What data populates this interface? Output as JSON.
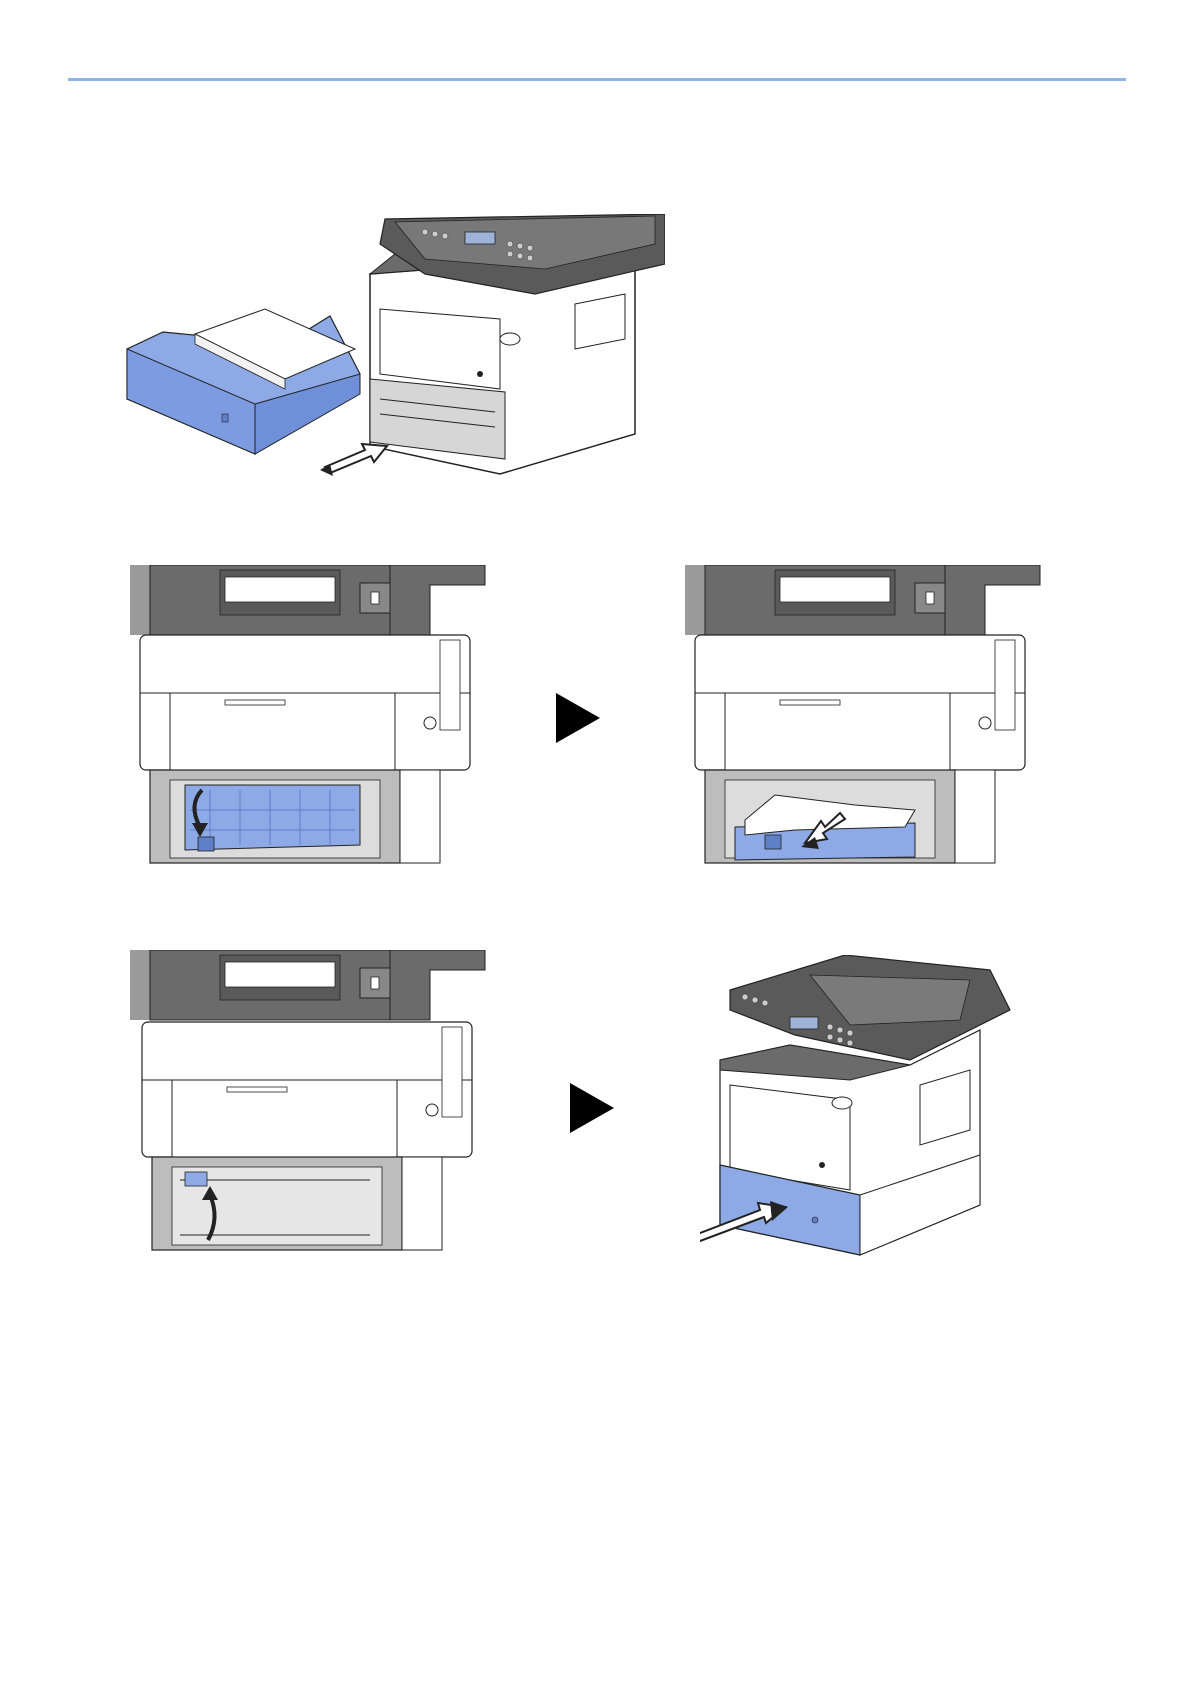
{
  "page": {
    "rule_color": "#8fb4e6"
  },
  "colors": {
    "tray_blue": "#8eaae6",
    "tray_blue_dark": "#5f7fc8",
    "body_gray": "#6b6b6b",
    "panel_dark": "#4d4d4d",
    "outline": "#222222",
    "white": "#ffffff",
    "light_gray": "#cfcfcf"
  },
  "figures": [
    {
      "id": "remove-cassette",
      "icon": "printer-with-cassette-pulled-out"
    },
    {
      "id": "open-jam-cover",
      "icon": "printer-inner-cover-down-arrow"
    },
    {
      "id": "remove-jammed-paper",
      "icon": "printer-jammed-paper-pull-arrow"
    },
    {
      "id": "close-jam-cover",
      "icon": "printer-inner-cover-up-arrow"
    },
    {
      "id": "insert-cassette",
      "icon": "printer-cassette-push-arrow"
    }
  ],
  "step_arrows": [
    {
      "icon": "play-triangle-icon"
    },
    {
      "icon": "play-triangle-icon"
    }
  ]
}
